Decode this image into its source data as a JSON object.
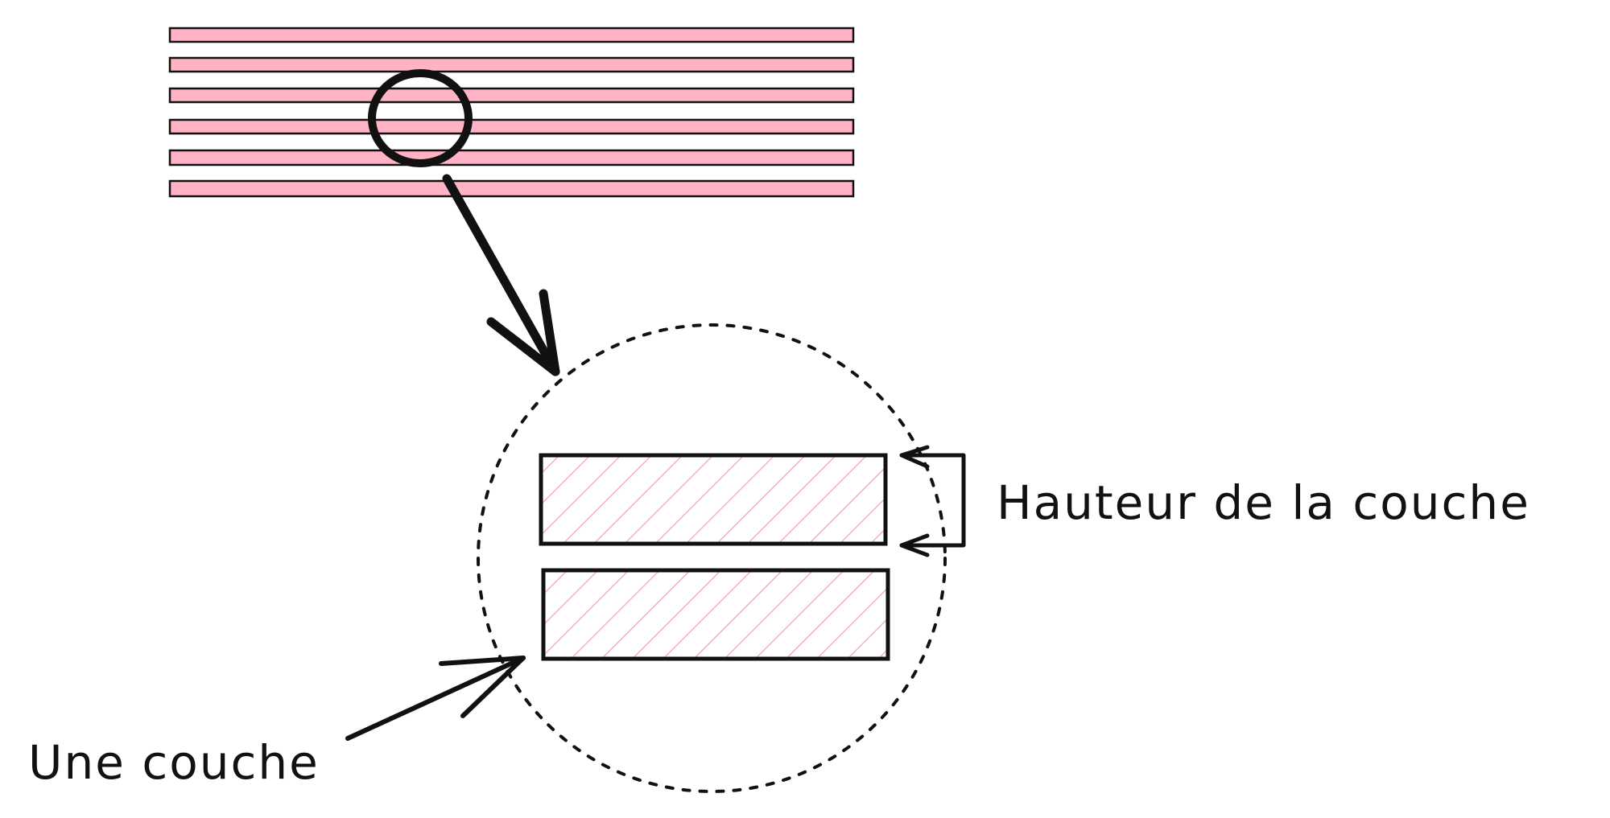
{
  "labels": {
    "layer_height": "Hauteur de la couche",
    "one_layer": "Une couche"
  },
  "colors": {
    "layer_fill": "#ffb3c4",
    "hatch": "#f2a2b4",
    "stroke": "#111111",
    "background": "#ffffff"
  },
  "figure": {
    "stack_layer_count": 6,
    "zoom_layer_count": 2
  }
}
